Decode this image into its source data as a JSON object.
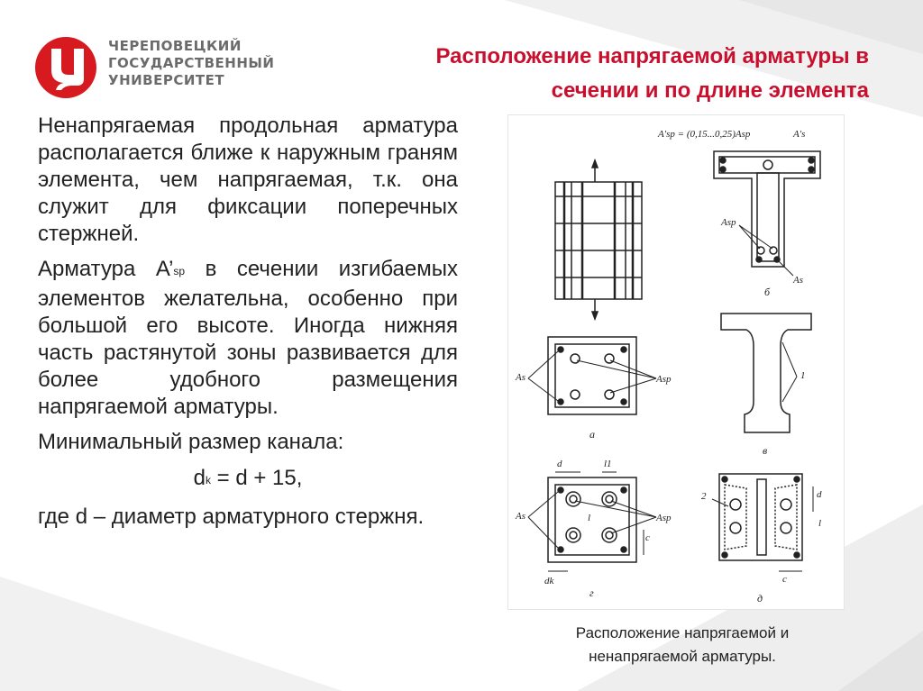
{
  "header": {
    "university_lines": [
      "ЧЕРЕПОВЕЦКИЙ",
      "ГОСУДАРСТВЕННЫЙ",
      "УНИВЕРСИТЕТ"
    ],
    "title_lines": [
      "Расположение напрягаемой арматуры в",
      "сечении и по длине элемента"
    ]
  },
  "body": {
    "para1": "Ненапрягаемая продольная арматура располагается ближе к наружным граням элемента, чем напрягаемая, т.к. она служит для фиксации поперечных стержней.",
    "para2_start": "Арматура A’",
    "para2_sub": "sp",
    "para2_end": " в сечении изгибаемых элементов желательна, особенно при большой его высоте. Иногда нижняя часть растянутой зоны развивается для более удобного размещения напрягаемой арматуры.",
    "para3": "Минимальный размер канала:",
    "formula_main": "d",
    "formula_sub": "k",
    "formula_rest": " = d + 15,",
    "para4": "где d – диаметр арматурного стержня."
  },
  "figure": {
    "top_formula": "A′sp = (0,15...0,25)Asp",
    "labels": {
      "a_prime_s": "A′s",
      "a_sp": "Asp",
      "a_s": "As",
      "num_1": "1",
      "num_2": "2",
      "d": "d",
      "l1": "l1",
      "l": "l",
      "c": "c",
      "dk": "dk",
      "letter_a": "а",
      "letter_b": "б",
      "letter_v": "в",
      "letter_g": "г",
      "letter_d": "д"
    },
    "caption_lines": [
      "Расположение напрягаемой и",
      "ненапрягаемой арматуры."
    ]
  }
}
